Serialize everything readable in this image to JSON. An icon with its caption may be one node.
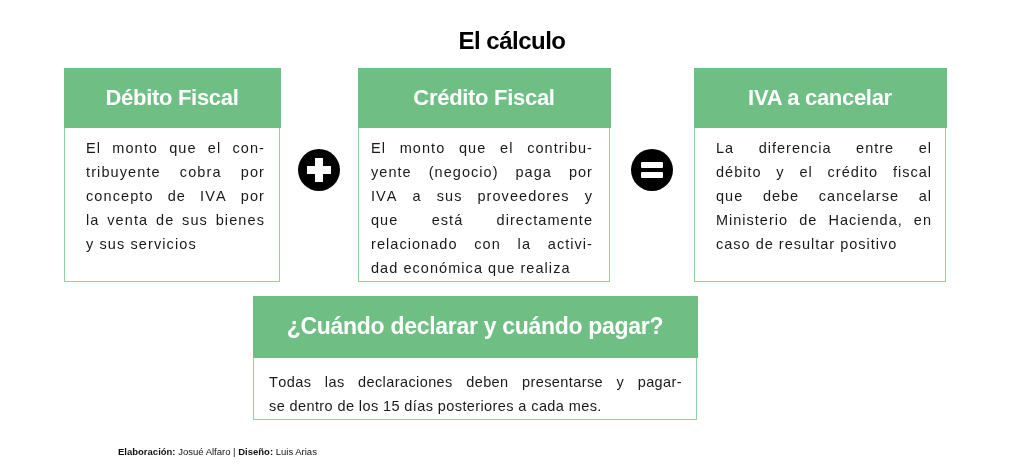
{
  "diagram": {
    "title": "El cálculo",
    "nodes": [
      {
        "text": [
          "Débito Fiscal",
          "El monto que el con- tribuyente cobra por concepto de IVA por la venta de sus bienes y sus servicios"
        ]
      },
      {
        "text": [
          "Crédito Fiscal",
          "El monto que el contribu- yente (negocio) paga por IVA a sus proveedores y que está directamente relacionado con la activi- dad económica que realiza"
        ]
      },
      {
        "text": [
          "IVA a cancelar",
          "La diferencia entre el débito y el crédito fiscal que debe cancelarse al Ministerio de Hacienda, en caso de resultar positivo"
        ]
      },
      {
        "text": [
          "¿Cuándo declarar y cuándo pagar?",
          "Todas las declaraciones deben presentarse y pagar- se dentro de los 15 días posteriores a cada mes."
        ]
      }
    ],
    "labels": [
      "**Elaboración:** Josué Alfaro | **Diseño:** Luis Arias"
    ]
  }
}
